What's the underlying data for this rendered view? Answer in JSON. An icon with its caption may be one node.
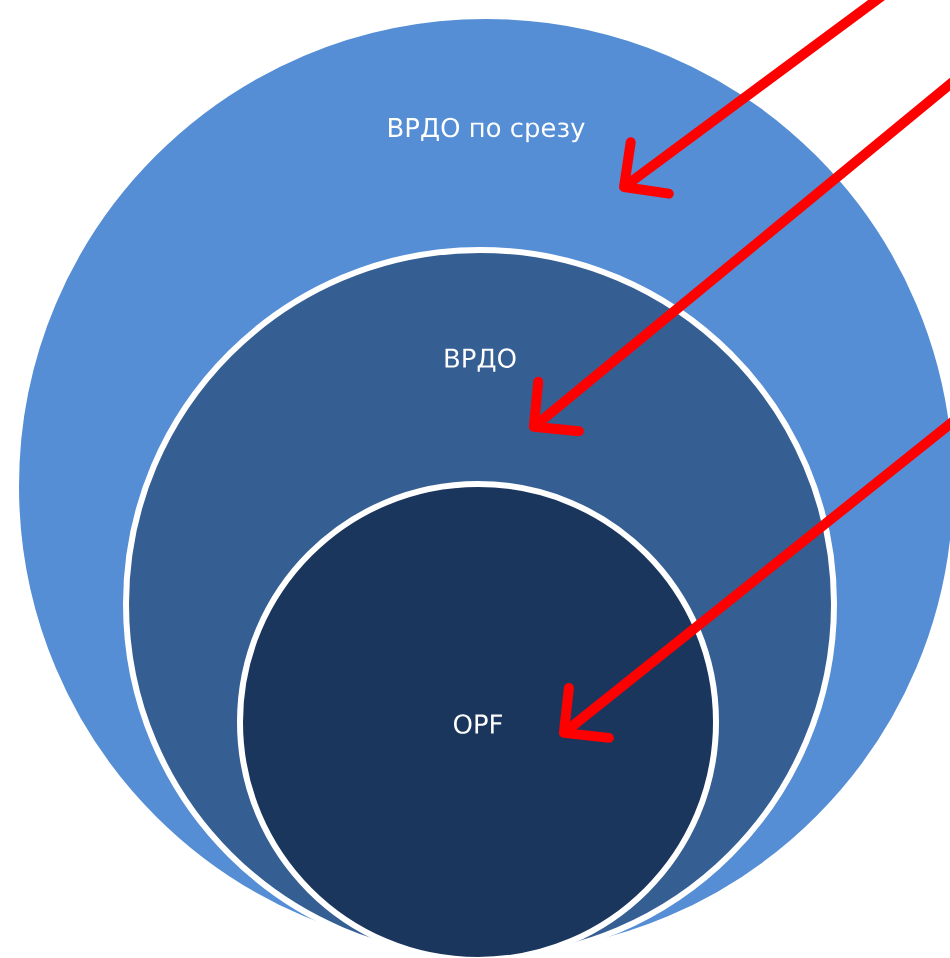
{
  "diagram": {
    "nodes": [
      {
        "text": [
          "ВРДО по срезу"
        ]
      },
      {
        "text": [
          "ВРДО"
        ],
        "in": 0
      },
      {
        "text": [
          "OPF"
        ],
        "in": 1
      }
    ],
    "edges": [
      {
        "from": null,
        "to": 0,
        "arrow": "to"
      },
      {
        "from": null,
        "to": 1,
        "arrow": "to"
      },
      {
        "from": null,
        "to": 2,
        "arrow": "to"
      }
    ]
  }
}
